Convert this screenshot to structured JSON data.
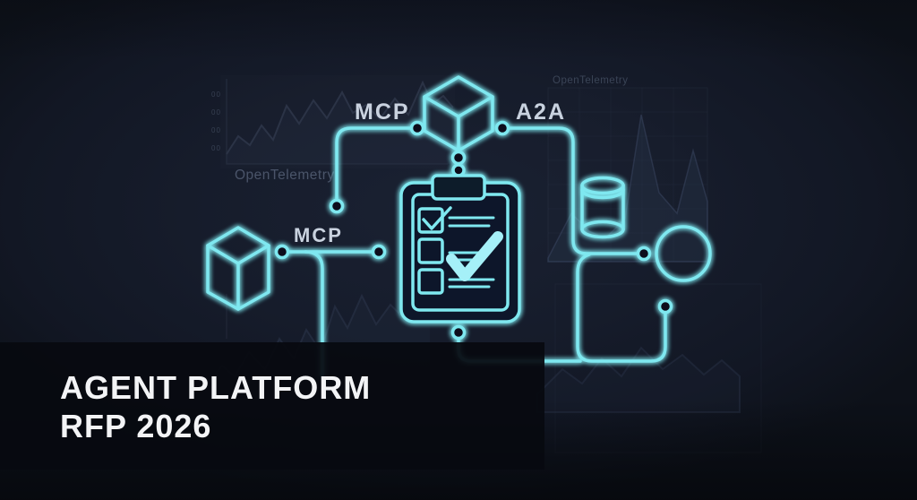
{
  "title": {
    "line1": "AGENT PLATFORM",
    "line2": "RFP 2026"
  },
  "labels": {
    "mcp_top": "MCP",
    "a2a": "A2A",
    "mcp_left": "MCP"
  },
  "watermarks": {
    "left_chart_label": "OpenTelemetry",
    "right_chart_label": "OpenTelemetry",
    "tick_labels": [
      "00",
      "00",
      "00",
      "00"
    ]
  },
  "diagram": {
    "style": "neon-cyan wireframe flowchart",
    "nodes": [
      "cube-top",
      "cube-left",
      "clipboard-checklist",
      "database-cylinder",
      "endpoint-circle"
    ],
    "checklist": {
      "items": 3,
      "checked_items": [
        true,
        false,
        false
      ],
      "highlight_checkmark": true
    }
  },
  "colors": {
    "neon": "#7fe8f0",
    "neon_bright": "#a5f0f8",
    "background": "#161c2b",
    "banner": "#070a10",
    "title_text": "#f3f4f6",
    "label_text": "#c9d2df",
    "watermark_text": "#7d8ca5"
  }
}
